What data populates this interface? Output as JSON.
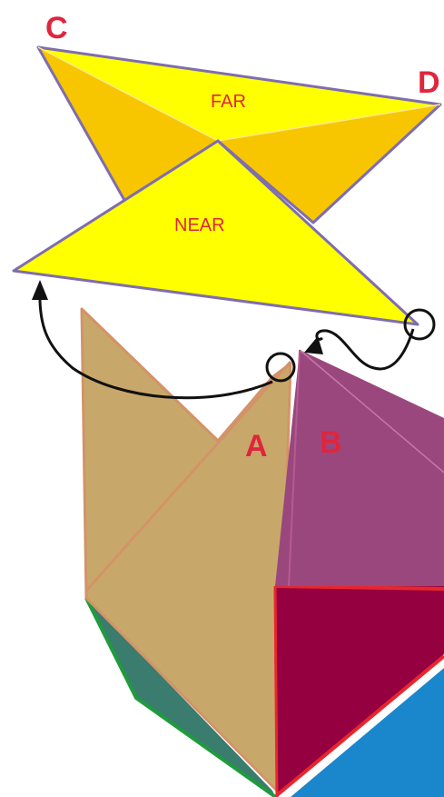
{
  "labels": {
    "c": "C",
    "d": "D",
    "a": "A",
    "b": "B",
    "far": "FAR",
    "near": "NEAR"
  },
  "colors": {
    "yellow": "#ffff00",
    "orange": "#f7c600",
    "outline": "#7e6db0",
    "tan": "#c8a86a",
    "tan_edge": "#d39368",
    "tan_light": "#d2b47b",
    "purple": "#9a477e",
    "crimson": "#950040",
    "red_edge": "#e8262e",
    "teal": "#3a7c6e",
    "green": "#1f9b3c",
    "blue": "#1a86cc",
    "label_red": "#e0253d",
    "arrow": "#111111"
  }
}
